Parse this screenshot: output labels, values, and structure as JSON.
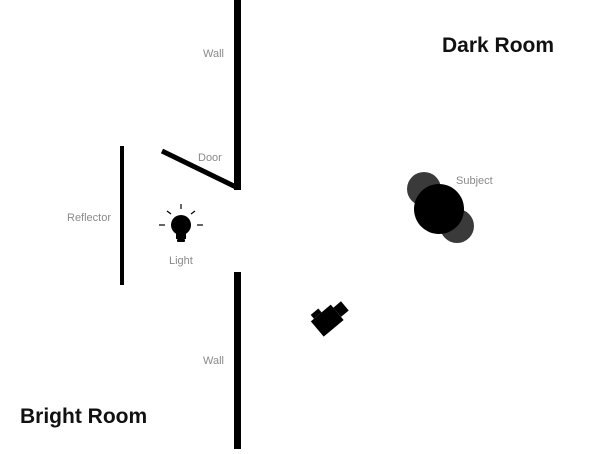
{
  "rooms": {
    "dark": "Dark Room",
    "bright": "Bright Room"
  },
  "labels": {
    "wall_top": "Wall",
    "wall_bottom": "Wall",
    "door": "Door",
    "subject": "Subject",
    "reflector": "Reflector",
    "light": "Light"
  },
  "icons": {
    "light": "lightbulb-icon",
    "camera": "camera-icon",
    "subject": "person-top-view-icon"
  },
  "colors": {
    "ink": "#000000",
    "label": "#8a8a8a",
    "shadow": "#3a3a3a"
  }
}
